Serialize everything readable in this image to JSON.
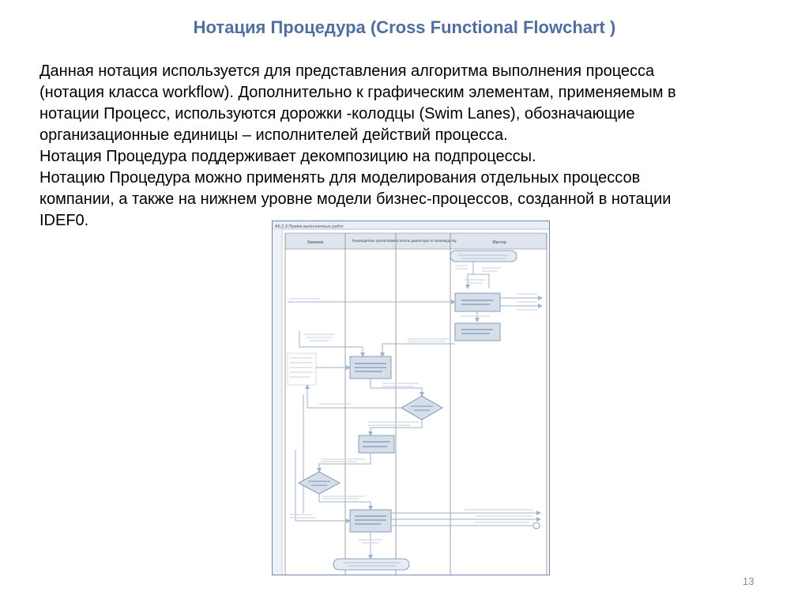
{
  "slide": {
    "title": "Нотация Процедура (Cross Functional Flowchart )",
    "paragraphs": [
      "Данная нотация используется для представления алгоритма выполнения процесса",
      "(нотация класса workflow). Дополнительно к графическим элементам, применяемым в",
      "нотации Процесс, используются дорожки -колодцы (Swim Lanes), обозначающие",
      "организационные единицы – исполнителей действий процесса.",
      "Нотация Процедура поддерживает декомпозицию на подпроцессы.",
      "Нотацию Процедура можно применять для моделирования отдельных процессов",
      "компании, а также на нижнем уровне модели бизнес-процессов, созданной в нотации",
      "IDEF0."
    ],
    "page_number": "13"
  },
  "diagram": {
    "header_title": "А6.2.3 Приём выполненных работ",
    "lanes": [
      "Заказчик",
      "Руководитель проекта",
      "Заместитель директора по производству",
      "Мастер"
    ],
    "colors": {
      "accent": "#4f6fa0",
      "frame": "#9aaec8",
      "lane_header_fill": "#dfe5ef",
      "box_fill": "#d6deea",
      "box_stroke": "#6f88ad",
      "arrow": "#9fb1cc",
      "lane_line": "#8a8a8a"
    }
  }
}
